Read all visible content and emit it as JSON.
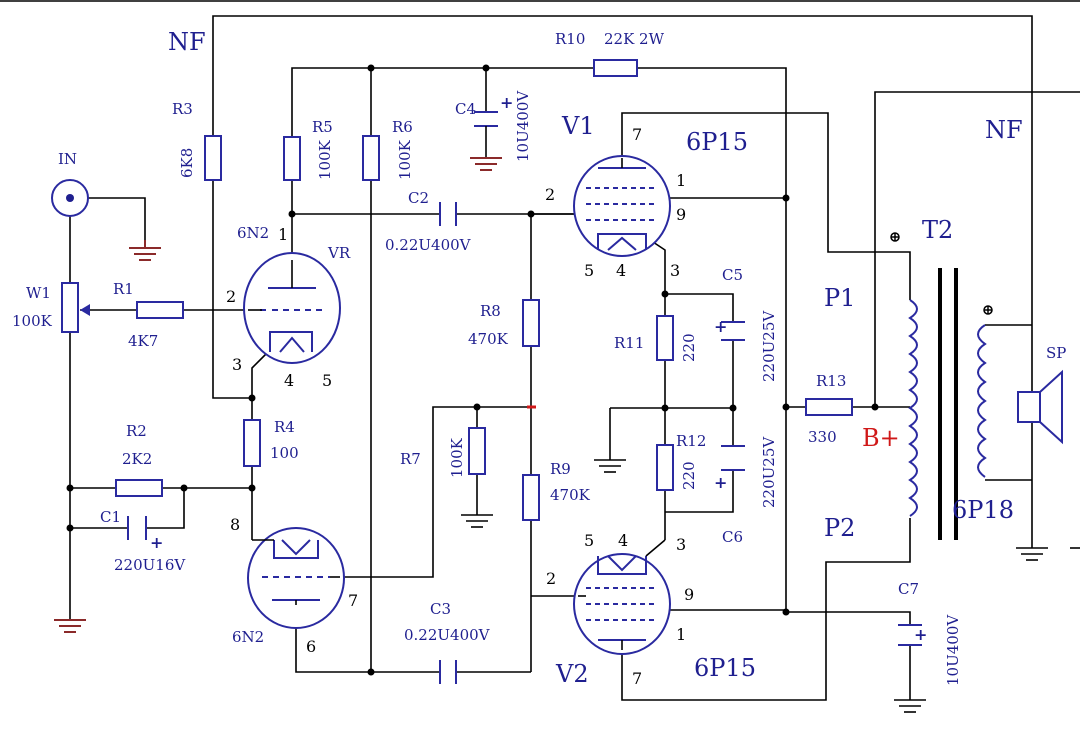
{
  "labels": {
    "nf_left": "NF",
    "nf_right": "NF",
    "in": "IN",
    "w1_name": "W1",
    "w1_value": "100K",
    "r1_name": "R1",
    "r1_value": "4K7",
    "r2_name": "R2",
    "r2_value": "2K2",
    "c1_name": "C1",
    "c1_value": "220U16V",
    "r3_name": "R3",
    "r3_value": "6K8",
    "r4_name": "R4",
    "r4_value": "100",
    "r5_name": "R5",
    "r5_value": "100K",
    "r6_name": "R6",
    "r6_value": "100K",
    "c4_name": "C4",
    "c4_value": "10U400V",
    "c2_name": "C2",
    "c2_value": "0.22U400V",
    "c3_name": "C3",
    "c3_value": "0.22U400V",
    "r10_name": "R10",
    "r10_value": "22K 2W",
    "r7_name": "R7",
    "r7_value": "100K",
    "r8_name": "R8",
    "r8_value": "470K",
    "r9_name": "R9",
    "r9_value": "470K",
    "r11_name": "R11",
    "r11_value": "220",
    "r12_name": "R12",
    "r12_value": "220",
    "c5_name": "C5",
    "c5_value": "220U25V",
    "c6_name": "C6",
    "c6_value": "220U25V",
    "r13_name": "R13",
    "r13_value": "330",
    "c7_name": "C7",
    "c7_value": "10U400V",
    "tube_top_left": "6N2",
    "tube_bottom_left": "6N2",
    "vr": "VR",
    "v1": "V1",
    "v2": "V2",
    "tube_v1": "6P15",
    "tube_v2": "6P15",
    "t2": "T2",
    "p1": "P1",
    "p2": "P2",
    "b_plus": "B+",
    "trafo_model": "6P18",
    "sp": "SP",
    "plus": "+"
  },
  "pins": {
    "vr_1": "1",
    "vr_2": "2",
    "vr_3": "3",
    "vr_4": "4",
    "vr_5": "5",
    "lo_8": "8",
    "lo_7": "7",
    "lo_6": "6",
    "v1_7": "7",
    "v1_1": "1",
    "v1_2": "2",
    "v1_9": "9",
    "v1_3": "3",
    "v1_5": "5",
    "v1_4": "4",
    "v2_5": "5",
    "v2_4": "4",
    "v2_3": "3",
    "v2_2": "2",
    "v2_9": "9",
    "v2_1": "1",
    "v2_7": "7"
  },
  "colors": {
    "wire": "#000000",
    "component": "#2a2aa0",
    "text": "#1f1f8f",
    "accent_red": "#d01818",
    "ground_brown": "#8b2a2a"
  }
}
